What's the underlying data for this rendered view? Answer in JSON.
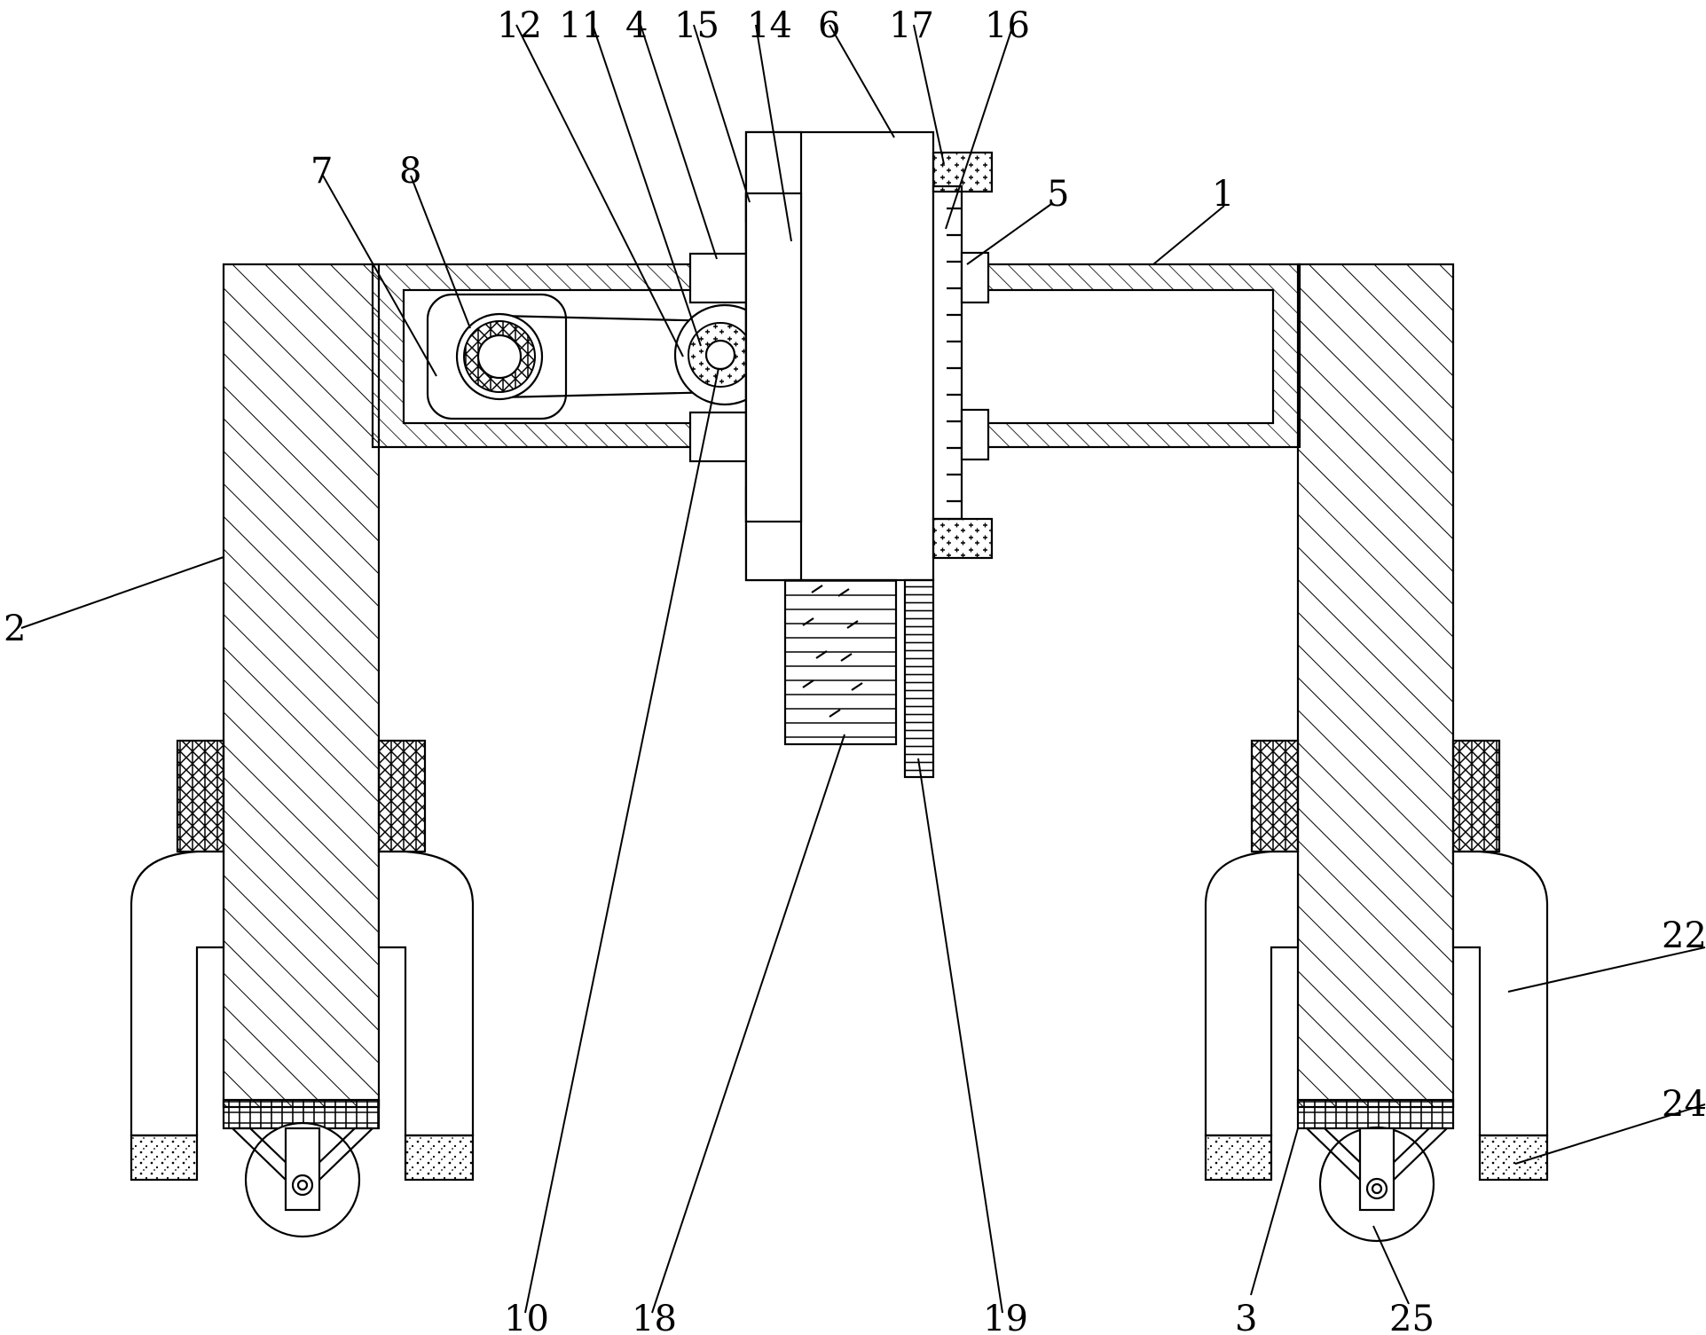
{
  "diagram": {
    "callouts": [
      {
        "id": "c1",
        "text": "1"
      },
      {
        "id": "c2",
        "text": "2"
      },
      {
        "id": "c3",
        "text": "3"
      },
      {
        "id": "c4",
        "text": "4"
      },
      {
        "id": "c5",
        "text": "5"
      },
      {
        "id": "c6",
        "text": "6"
      },
      {
        "id": "c7",
        "text": "7"
      },
      {
        "id": "c8",
        "text": "8"
      },
      {
        "id": "c10",
        "text": "10"
      },
      {
        "id": "c11",
        "text": "11"
      },
      {
        "id": "c12",
        "text": "12"
      },
      {
        "id": "c14",
        "text": "14"
      },
      {
        "id": "c15",
        "text": "15"
      },
      {
        "id": "c16",
        "text": "16"
      },
      {
        "id": "c17",
        "text": "17"
      },
      {
        "id": "c18",
        "text": "18"
      },
      {
        "id": "c19",
        "text": "19"
      },
      {
        "id": "c22",
        "text": "22"
      },
      {
        "id": "c24",
        "text": "24"
      },
      {
        "id": "c25",
        "text": "25"
      }
    ]
  }
}
